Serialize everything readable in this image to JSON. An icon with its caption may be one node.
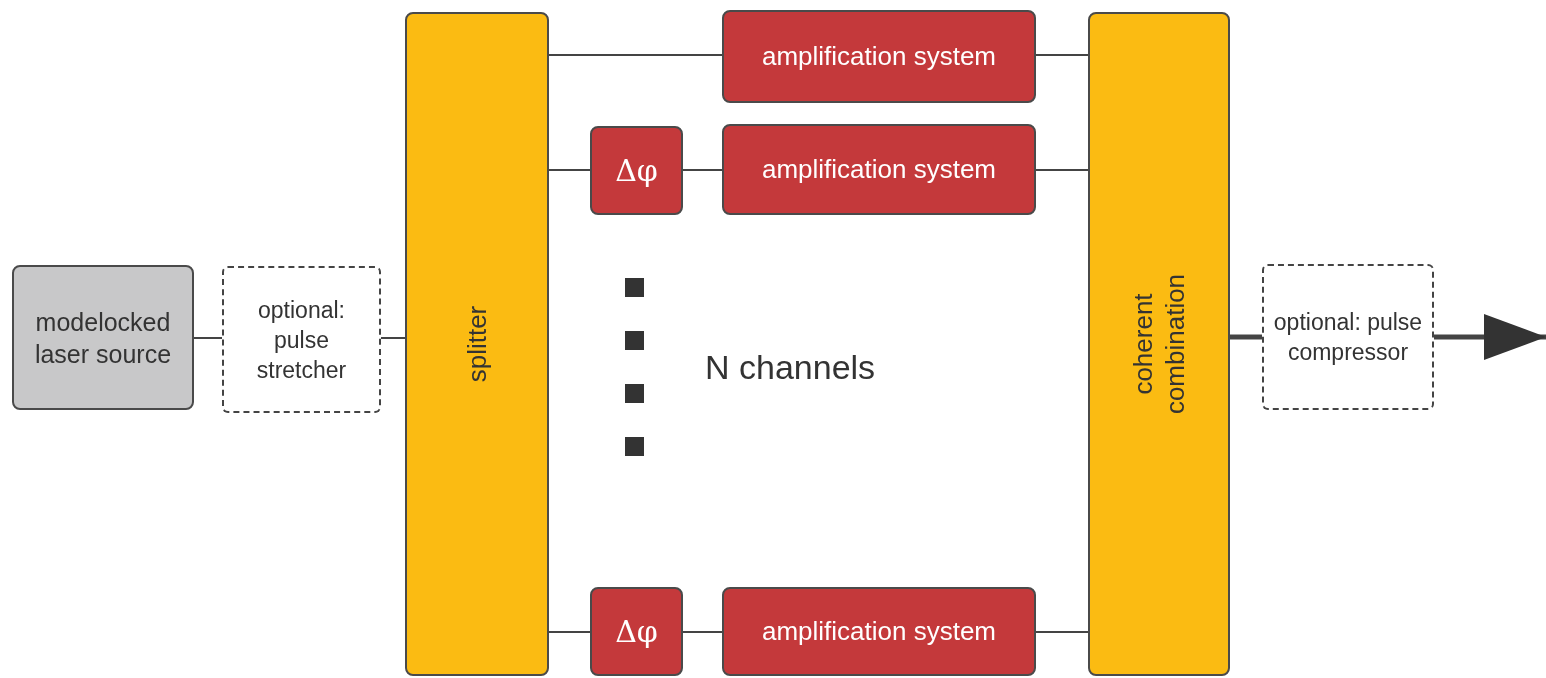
{
  "diagram": {
    "nodes": [
      {
        "text": [
          "modelocked laser source"
        ]
      },
      {
        "text": [
          "optional: pulse stretcher"
        ]
      },
      {
        "text": [
          "splitter"
        ]
      },
      {
        "text": [
          "amplification system"
        ]
      },
      {
        "text": [
          "Δφ"
        ]
      },
      {
        "text": [
          "amplification system"
        ]
      },
      {
        "text": [
          "Δφ"
        ]
      },
      {
        "text": [
          "amplification system"
        ]
      },
      {
        "text": [
          "coherent combination"
        ]
      },
      {
        "text": [
          "optional: pulse compressor"
        ]
      }
    ],
    "edges": [
      {
        "from": 0,
        "to": 1,
        "arrow": "none"
      },
      {
        "from": 1,
        "to": 2,
        "arrow": "none"
      },
      {
        "from": 2,
        "to": 3,
        "arrow": "none"
      },
      {
        "from": 2,
        "to": 4,
        "arrow": "none"
      },
      {
        "from": 4,
        "to": 5,
        "arrow": "none"
      },
      {
        "from": 2,
        "to": 6,
        "arrow": "none"
      },
      {
        "from": 6,
        "to": 7,
        "arrow": "none"
      },
      {
        "from": 3,
        "to": 8,
        "arrow": "none"
      },
      {
        "from": 5,
        "to": 8,
        "arrow": "none"
      },
      {
        "from": 7,
        "to": 8,
        "arrow": "none"
      },
      {
        "from": 8,
        "to": 9,
        "arrow": "none",
        "style": "thick"
      },
      {
        "from": 9,
        "to": null,
        "arrow": "to",
        "style": "thick"
      }
    ],
    "labels": [
      "N channels"
    ]
  }
}
